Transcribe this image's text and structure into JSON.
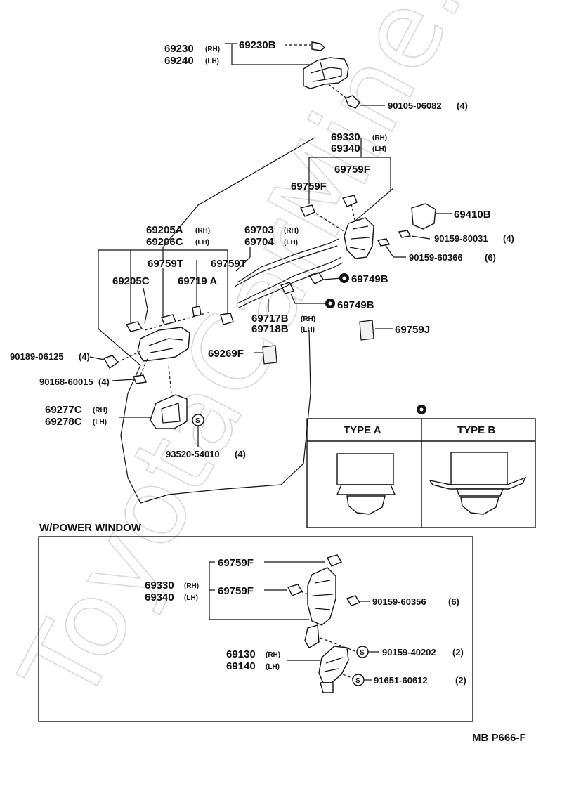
{
  "watermark": "ToyotaCarMine.ru",
  "footer_code": "MB P666-F",
  "power_window_section": {
    "title": "W/POWER WINDOW"
  },
  "type_box": {
    "type_a": "TYPE A",
    "type_b": "TYPE B"
  },
  "labels": {
    "p69230": "69230",
    "p69230_side": "(RH)",
    "p69240": "69240",
    "p69240_side": "(LH)",
    "p69230B": "69230B",
    "p90105": "90105-06082",
    "p90105_qty": "(4)",
    "p69330_top": "69330",
    "p69330_top_side": "(RH)",
    "p69340_top": "69340",
    "p69340_top_side": "(LH)",
    "p69759F_a": "69759F",
    "p69759F_b": "69759F",
    "p69410B": "69410B",
    "p90159_80031": "90159-80031",
    "p90159_80031_qty": "(4)",
    "p90159_60366": "90159-60366",
    "p90159_60366_qty": "(6)",
    "p69205A": "69205A",
    "p69205A_side": "(RH)",
    "p69206C": "69206C",
    "p69206C_side": "(LH)",
    "p69703": "69703",
    "p69703_side": "(RH)",
    "p69704": "69704",
    "p69704_side": "(LH)",
    "p69759T_a": "69759T",
    "p69759T_b": "69759T",
    "p69205C": "69205C",
    "p69719A": "69719 A",
    "p69749B_a": "69749B",
    "p69749B_b": "69749B",
    "p69717B": "69717B",
    "p69717B_side": "(RH)",
    "p69718B": "69718B",
    "p69718B_side": "(LH)",
    "p69759J": "69759J",
    "p90189": "90189-06125",
    "p90189_qty": "(4)",
    "p69269F": "69269F",
    "p90168": "90168-60015",
    "p90168_qty": "(4)",
    "p69277C": "69277C",
    "p69277C_side": "(RH)",
    "p69278C": "69278C",
    "p69278C_side": "(LH)",
    "p93520": "93520-54010",
    "p93520_qty": "(4)",
    "pw_69759F_a": "69759F",
    "pw_69330": "69330",
    "pw_69330_side": "(RH)",
    "pw_69340": "69340",
    "pw_69340_side": "(LH)",
    "pw_69759F_b": "69759F",
    "pw_90159_60356": "90159-60356",
    "pw_90159_60356_qty": "(6)",
    "pw_69130": "69130",
    "pw_69130_side": "(RH)",
    "pw_69140": "69140",
    "pw_69140_side": "(LH)",
    "pw_90159_40202": "90159-40202",
    "pw_90159_40202_qty": "(2)",
    "pw_91651": "91651-60612",
    "pw_91651_qty": "(2)"
  },
  "symbols": {
    "s_mark": "S",
    "dot_marker": "●"
  }
}
